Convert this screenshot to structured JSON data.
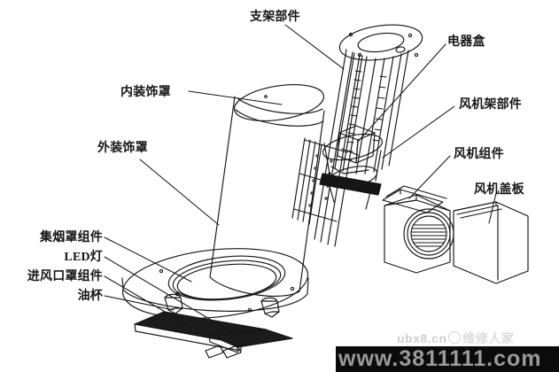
{
  "figure": {
    "title_alt": "range hood exploded assembly diagram",
    "background_color": "#ffffff",
    "line_color": "#151515"
  },
  "labels": {
    "bracket_assembly": "支架部件",
    "electrical_box": "电器盒",
    "inner_decorative_cover": "内装饰罩",
    "fan_frame_assembly": "风机架部件",
    "outer_decorative_cover": "外装饰罩",
    "fan_assembly": "风机组件",
    "fan_cover_plate": "风机盖板",
    "smoke_hood_assembly": "集烟罩组件",
    "led_lamp": "LED灯",
    "air_inlet_cover_assembly": "进风口罩组件",
    "oil_cup": "油杯"
  },
  "watermark": {
    "site_small": "ubx8.cn",
    "site_small_suffix": "维修人家",
    "banner_text": "www.3811111.com",
    "banner_color": "#0b0b0b",
    "banner_text_color": "#9a9a9a"
  }
}
